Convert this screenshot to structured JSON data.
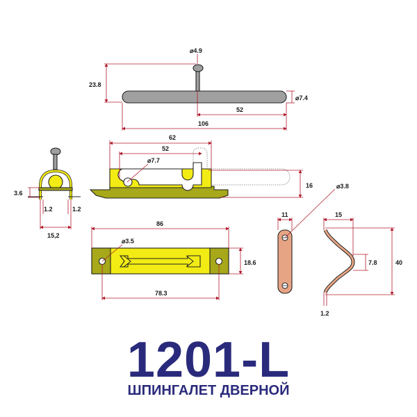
{
  "product": {
    "code": "1201-L",
    "name": "ШПИНГАЛЕТ ДВЕРНОЙ"
  },
  "dimensions": {
    "bolt_knob_diameter": "⌀4.9",
    "bolt_height": "23.8",
    "bolt_rod_diameter": "⌀7.4",
    "bolt_knob_offset": "52",
    "bolt_length": "106",
    "slot_length": "62",
    "slot_travel": "52",
    "slot_hole": "⌀7.7",
    "housing_height": "16",
    "end_view_height": "3.6",
    "end_view_wall_left": "1.2",
    "end_view_wall_right": "1.2",
    "end_view_width": "15,2",
    "base_length": "86",
    "base_hole": "⌀3.5",
    "base_width": "18.6",
    "base_hole_spacing": "78.3",
    "strike_hole": "⌀3.8",
    "strike_width": "11",
    "strike_depth": "15",
    "strike_inner": "7.8",
    "strike_height": "40",
    "strike_thickness": "1.2"
  },
  "colors": {
    "dimension_line": "#b01c2e",
    "plate_yellow": "#f3ec14",
    "plate_olive": "#a7a81a",
    "bolt_grey": "#a0a0a0",
    "strike_copper": "#e7a484",
    "title_blue": "#2a2a7c"
  }
}
